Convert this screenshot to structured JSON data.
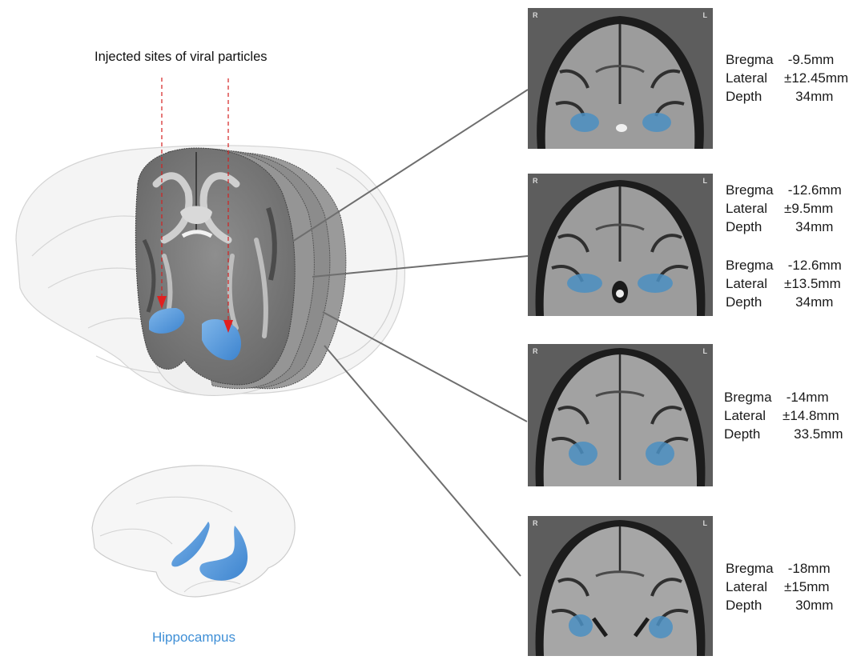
{
  "figure": {
    "annotation_title": "Injected sites of viral particles",
    "structure_label": "Hippocampus",
    "structure_color": "#4a90d9",
    "arrow_color": "#d42020",
    "orientation_labels": {
      "right": "R",
      "left": "L"
    }
  },
  "panels": [
    {
      "slices": [
        {
          "bregma_label": "Bregma",
          "bregma": " -9.5mm",
          "lateral_label": "Lateral",
          "lateral": "±12.45mm",
          "depth_label": "Depth",
          "depth": "   34mm"
        }
      ]
    },
    {
      "slices": [
        {
          "bregma_label": "Bregma",
          "bregma": " -12.6mm",
          "lateral_label": "Lateral",
          "lateral": "±9.5mm",
          "depth_label": "Depth",
          "depth": "   34mm"
        },
        {
          "bregma_label": "Bregma",
          "bregma": " -12.6mm",
          "lateral_label": "Lateral",
          "lateral": "±13.5mm",
          "depth_label": "Depth",
          "depth": "   34mm"
        }
      ]
    },
    {
      "slices": [
        {
          "bregma_label": "Bregma",
          "bregma": " -14mm",
          "lateral_label": "Lateral",
          "lateral": "±14.8mm",
          "depth_label": "Depth",
          "depth": "   33.5mm"
        }
      ]
    },
    {
      "slices": [
        {
          "bregma_label": "Bregma",
          "bregma": " -18mm",
          "lateral_label": "Lateral",
          "lateral": "±15mm",
          "depth_label": "Depth",
          "depth": "   30mm"
        }
      ]
    }
  ]
}
